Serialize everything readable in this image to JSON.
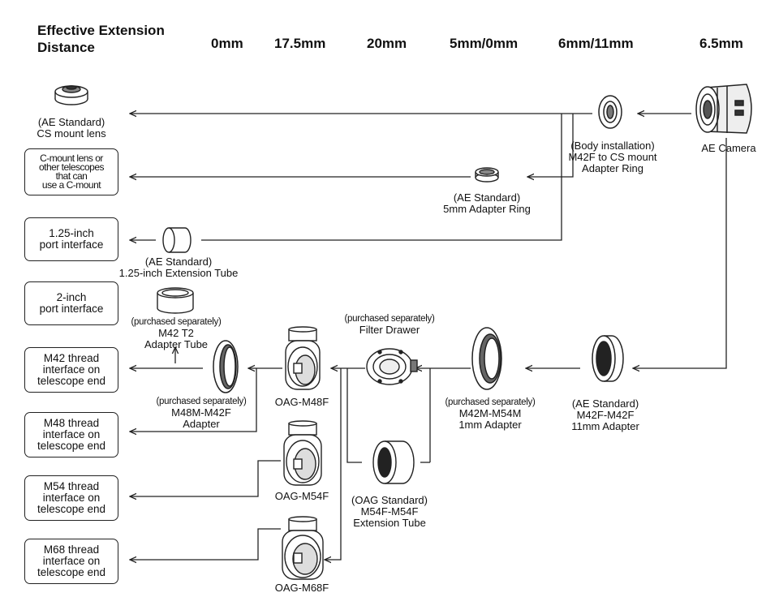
{
  "header": {
    "title_lines": [
      "Effective Extension",
      "Distance"
    ],
    "columns": [
      "0mm",
      "17.5mm",
      "20mm",
      "5mm/0mm",
      "6mm/11mm",
      "6.5mm"
    ]
  },
  "targets": {
    "cs_lens": [
      "(AE Standard)",
      "CS mount lens"
    ],
    "c_mount": [
      "C-mount lens or",
      "other telescopes",
      "that can",
      "use a C-mount"
    ],
    "port_125": [
      "1.25-inch",
      "port interface"
    ],
    "port_2": [
      "2-inch",
      "port interface"
    ],
    "m42": [
      "M42 thread",
      "interface on",
      "telescope end"
    ],
    "m48": [
      "M48 thread",
      "interface on",
      "telescope end"
    ],
    "m54": [
      "M54  thread",
      "interface on",
      "telescope end"
    ],
    "m68": [
      "M68 thread",
      "interface on",
      "telescope end"
    ]
  },
  "components": {
    "camera": "AE Camera",
    "cs_ring": [
      "(Body installation)",
      "M42F to CS mount",
      "Adapter Ring"
    ],
    "ring_5mm": [
      "(AE Standard)",
      "5mm Adapter Ring"
    ],
    "tube_125": [
      "(AE Standard)",
      "1.25-inch Extension Tube"
    ],
    "t2_tube": [
      "(purchased separately)",
      "M42 T2",
      "Adapter Tube"
    ],
    "m48_adapter": [
      "(purchased separately)",
      "M48M-M42F",
      "Adapter"
    ],
    "oag_m48f": "OAG-M48F",
    "oag_m54f": "OAG-M54F",
    "oag_m68f": "OAG-M68F",
    "filter_drawer": [
      "(purchased separately)",
      "Filter Drawer"
    ],
    "m54_ext_tube": [
      "(OAG Standard)",
      "M54F-M54F",
      "Extension Tube"
    ],
    "m42m_m54m": [
      "(purchased separately)",
      "M42M-M54M",
      "1mm Adapter"
    ],
    "m42f_m42f": [
      "(AE Standard)",
      "M42F-M42F",
      "11mm Adapter"
    ]
  }
}
